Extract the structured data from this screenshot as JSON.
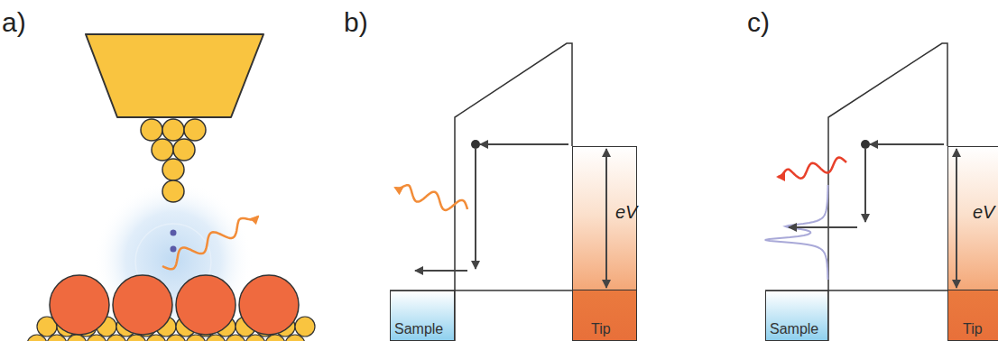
{
  "diagram": {
    "nodes": [
      {
        "text": [
          "Sample"
        ]
      },
      {
        "text": [
          "Tip"
        ]
      },
      {
        "text": [
          "Sample"
        ]
      },
      {
        "text": [
          "Tip"
        ]
      }
    ],
    "labels": [
      "a)",
      "b)",
      "c)",
      "eV",
      "eV"
    ]
  }
}
